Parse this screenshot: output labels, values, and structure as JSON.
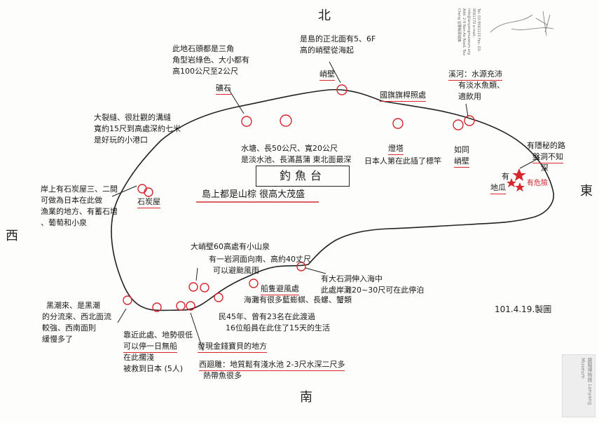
{
  "map": {
    "compass": {
      "north": "北",
      "south": "南",
      "east": "東",
      "west": "西"
    },
    "title": "釣魚台",
    "center_caption": "島上都是山棕 很高大茂盛",
    "date": "101.4.19.製圖",
    "red_note": "有危險",
    "letterhead_text": "Tel: 03-9561115  Fax: 03-9561170  e-mail: info@lanyangmuseum.org  Add: 2-9 Nan-Ao Road, Tou-Cheng  宜蘭縣頭城鎮",
    "stamp_text": "蘭陽博物館 Lanyang Museum",
    "markers": [
      "1",
      "2",
      "3",
      "4",
      "5",
      "6",
      "7",
      "8",
      "9",
      "10",
      "11",
      "12",
      "13",
      "14",
      "15",
      "16",
      "17"
    ],
    "labels": {
      "north_cliff": [
        "是島的正北面有5、6F",
        "高的峭壁從海起"
      ],
      "north_cliff_name": "峭壁",
      "rock_top": [
        "此地石頭都是三角",
        "角型岩綠色、大小都有",
        "高100公尺至2公尺"
      ],
      "rock_name": "礦石",
      "crack": [
        "大裂縫、很壯觀的溝縫",
        "寬約15尺到高處深約七米",
        "是好玩的小港口"
      ],
      "stone_house": "石炭屋",
      "west_shore": [
        "岸上有石炭屋三、二間",
        "可做為日本在此做",
        "漁業的地方、有蓄石增",
        "、葡萄和小泉"
      ],
      "water_pit": [
        "水塘、長50公尺、寬20公尺",
        "是淡水池、長滿菖蒲 東北面最深"
      ],
      "japan_lighthouse_name": "燈塔",
      "japan_lighthouse": "日本人第在此插了標竿",
      "lighthouse_top": "國旗旗桿照處",
      "stream": [
        "溪河：水源充沛",
        "有淡水魚類、",
        "適飲用"
      ],
      "cliff_east": [
        "如同",
        "峭壁"
      ],
      "east_area": [
        "有隱秘的路",
        "盤洞不知",
        "深"
      ],
      "danger": [
        "有",
        "地瓜"
      ],
      "south_cave": "大峭壁60高處有小山泉",
      "south_arch": [
        "有一岩洞面向南、高約40丈尺",
        "可以避颱風雨"
      ],
      "south_point": [
        "有大石洞伸入海中",
        "此處岸灘20~30尺可在此停泊"
      ],
      "south_shore": [
        "船隻避風處",
        "海灘有很多藍蟛蜞、長螺、蟹類"
      ],
      "people": [
        "民45年、曾有23名在此渡過",
        "16位船員在此住了15天的生活"
      ],
      "shells": "發現金錢寶貝的地方",
      "southwest": [
        "黑潮來、是黑潮",
        "的分流來、西北面流",
        "較強、西南面則",
        "緩慢多了"
      ],
      "dock": [
        "靠近此處、地勢很低",
        "可以停一日無船",
        "在此擱淺",
        "被救到日本 (5人)"
      ],
      "fish_pool": [
        "西廻雕：地質鬆有淺水池 2-3尺水深二尺多",
        "熱帶魚很多"
      ]
    }
  }
}
